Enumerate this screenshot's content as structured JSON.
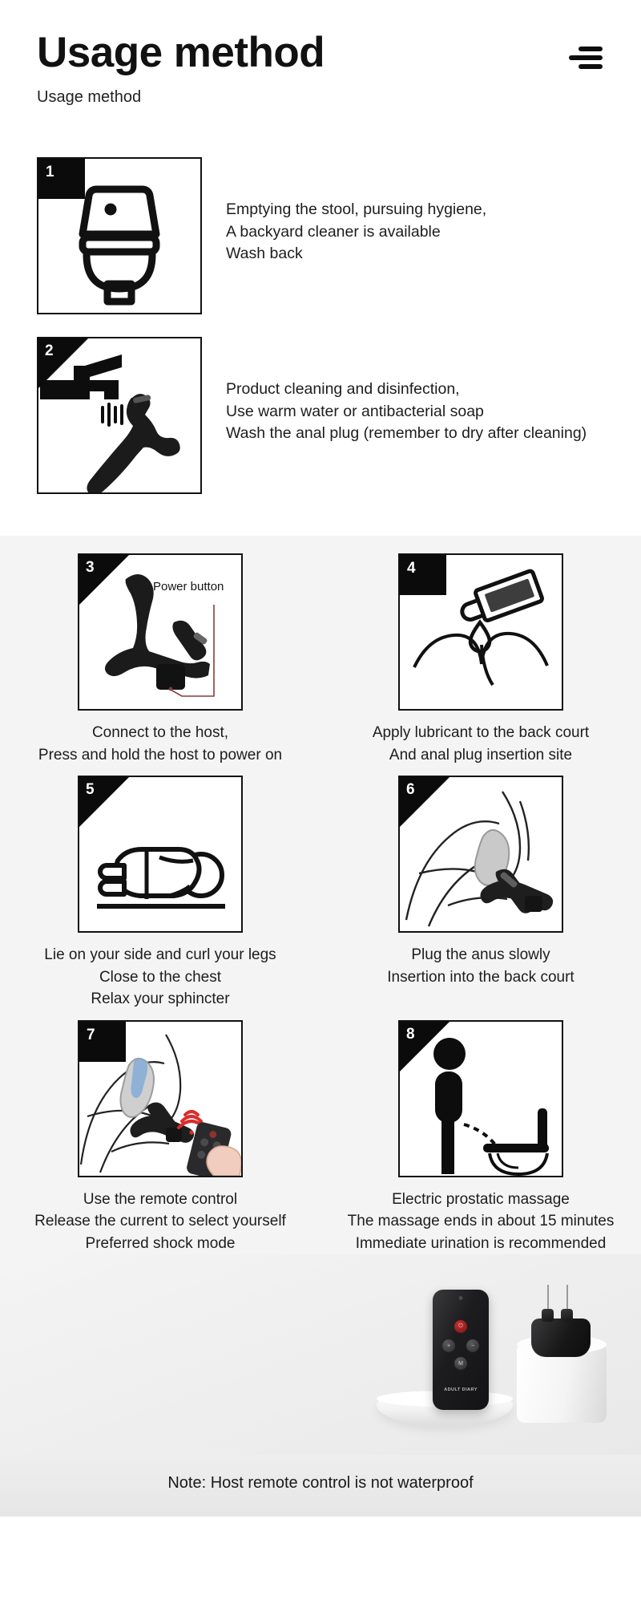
{
  "header": {
    "title": "Usage method",
    "subtitle": "Usage method",
    "menu_icon": "hamburger-menu-icon"
  },
  "top_steps": [
    {
      "number": "1",
      "icon": "toilet-icon",
      "lines": [
        "Emptying the stool, pursuing hygiene,",
        "A backyard cleaner is available",
        "Wash back"
      ]
    },
    {
      "number": "2",
      "icon": "faucet-washing-plug-icon",
      "lines": [
        "Product cleaning and disinfection,",
        "Use warm water or antibacterial soap",
        "Wash the anal plug (remember to dry after cleaning)"
      ]
    }
  ],
  "grid_steps": [
    {
      "number": "3",
      "icon": "anal-plug-power-button-icon",
      "annotation": "Power button",
      "annotation_color": "#8a3b3b",
      "lines": [
        "Connect to the host,",
        "Press and hold the host to power on"
      ]
    },
    {
      "number": "4",
      "icon": "lubricant-bottle-drop-icon",
      "lines": [
        "Apply lubricant to the back court",
        "And anal plug insertion site"
      ]
    },
    {
      "number": "5",
      "icon": "person-lying-on-side-icon",
      "lines": [
        "Lie on your side and curl your legs",
        "Close to the chest",
        "Relax your sphincter"
      ]
    },
    {
      "number": "6",
      "icon": "plug-insertion-icon",
      "lines": [
        "Plug the anus slowly",
        "Insertion into the back court"
      ]
    },
    {
      "number": "7",
      "icon": "remote-control-hand-icon",
      "lines": [
        "Use the remote control",
        "Release the current to select yourself",
        "Preferred shock mode"
      ]
    },
    {
      "number": "8",
      "icon": "person-urinating-toilet-icon",
      "lines": [
        "Electric prostatic massage",
        "The massage ends in about 15 minutes",
        "Immediate urination is recommended"
      ]
    }
  ],
  "product_photo": {
    "remote": {
      "brand": "ADULT DIARY",
      "buttons": {
        "power": "⏻",
        "plus": "+",
        "minus": "−",
        "mode": "M"
      }
    },
    "plug_label": "anal-plug-product"
  },
  "note": "Note: Host remote control is not waterproof"
}
